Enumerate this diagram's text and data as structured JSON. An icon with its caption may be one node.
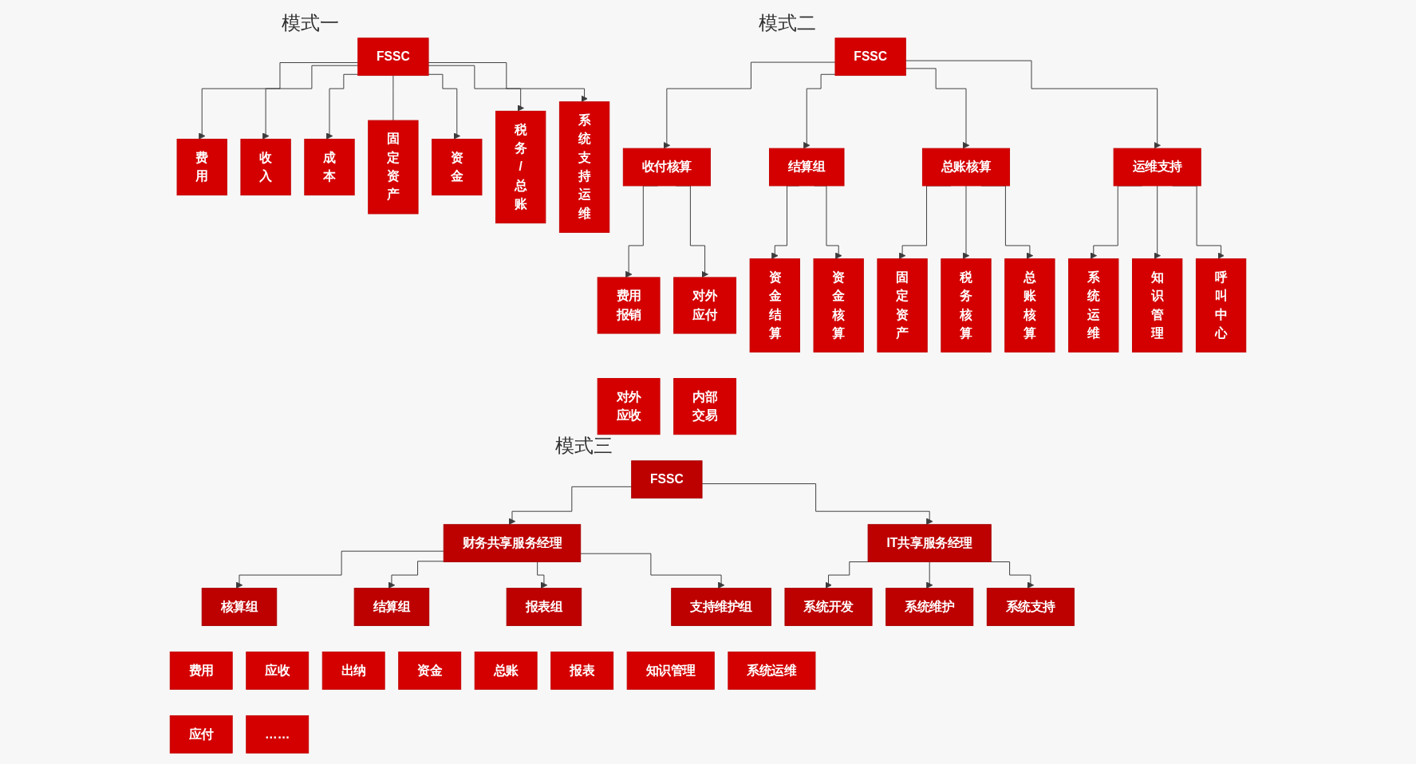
{
  "diagram": {
    "nodes": [
      {
        "text": [
          "FSSC"
        ]
      },
      {
        "text": [
          "费用"
        ]
      },
      {
        "text": [
          "收入"
        ]
      },
      {
        "text": [
          "成本"
        ]
      },
      {
        "text": [
          "固定资产"
        ]
      },
      {
        "text": [
          "资金"
        ]
      },
      {
        "text": [
          "税务/总账"
        ]
      },
      {
        "text": [
          "系统支持运维"
        ]
      },
      {
        "text": [
          "FSSC"
        ]
      },
      {
        "text": [
          "收付核算"
        ]
      },
      {
        "text": [
          "结算组"
        ]
      },
      {
        "text": [
          "总账核算"
        ]
      },
      {
        "text": [
          "运维支持"
        ]
      },
      {
        "text": [
          "费用报销"
        ]
      },
      {
        "text": [
          "对外应付"
        ]
      },
      {
        "text": [
          "对外应收"
        ]
      },
      {
        "text": [
          "内部交易"
        ]
      },
      {
        "text": [
          "资金结算"
        ]
      },
      {
        "text": [
          "资金核算"
        ]
      },
      {
        "text": [
          "固定资产"
        ]
      },
      {
        "text": [
          "税务核算"
        ]
      },
      {
        "text": [
          "总账核算"
        ]
      },
      {
        "text": [
          "系统运维"
        ]
      },
      {
        "text": [
          "知识管理"
        ]
      },
      {
        "text": [
          "呼叫中心"
        ]
      },
      {
        "text": [
          "FSSC"
        ]
      },
      {
        "text": [
          "财务共享服务经理"
        ]
      },
      {
        "text": [
          "IT共享服务经理"
        ]
      },
      {
        "text": [
          "核算组"
        ]
      },
      {
        "text": [
          "结算组"
        ]
      },
      {
        "text": [
          "报表组"
        ]
      },
      {
        "text": [
          "支持维护组"
        ]
      },
      {
        "text": [
          "系统开发"
        ]
      },
      {
        "text": [
          "系统维护"
        ]
      },
      {
        "text": [
          "系统支持"
        ]
      },
      {
        "text": [
          "费用"
        ]
      },
      {
        "text": [
          "应收"
        ]
      },
      {
        "text": [
          "出纳"
        ]
      },
      {
        "text": [
          "资金"
        ]
      },
      {
        "text": [
          "总账"
        ]
      },
      {
        "text": [
          "报表"
        ]
      },
      {
        "text": [
          "知识管理"
        ]
      },
      {
        "text": [
          "系统运维"
        ]
      },
      {
        "text": [
          "应付"
        ]
      },
      {
        "text": [
          "……"
        ]
      }
    ],
    "edges": [
      {
        "from": 0,
        "to": 1,
        "arrow": "to"
      },
      {
        "from": 0,
        "to": 2,
        "arrow": "to"
      },
      {
        "from": 0,
        "to": 3,
        "arrow": "to"
      },
      {
        "from": 0,
        "to": 4,
        "arrow": "none"
      },
      {
        "from": 0,
        "to": 5,
        "arrow": "to"
      },
      {
        "from": 0,
        "to": 6,
        "arrow": "to"
      },
      {
        "from": 0,
        "to": 7,
        "arrow": "to"
      },
      {
        "from": 8,
        "to": 9,
        "arrow": "to"
      },
      {
        "from": 8,
        "to": 10,
        "arrow": "to"
      },
      {
        "from": 8,
        "to": 11,
        "arrow": "to"
      },
      {
        "from": 8,
        "to": 12,
        "arrow": "to"
      },
      {
        "from": 9,
        "to": 13,
        "arrow": "to"
      },
      {
        "from": 9,
        "to": 14,
        "arrow": "to"
      },
      {
        "from": 10,
        "to": 17,
        "arrow": "to"
      },
      {
        "from": 10,
        "to": 18,
        "arrow": "to"
      },
      {
        "from": 11,
        "to": 19,
        "arrow": "to"
      },
      {
        "from": 11,
        "to": 20,
        "arrow": "to"
      },
      {
        "from": 11,
        "to": 21,
        "arrow": "to"
      },
      {
        "from": 12,
        "to": 22,
        "arrow": "to"
      },
      {
        "from": 12,
        "to": 23,
        "arrow": "to"
      },
      {
        "from": 12,
        "to": 24,
        "arrow": "to"
      },
      {
        "from": 25,
        "to": 26,
        "arrow": "to"
      },
      {
        "from": 25,
        "to": 27,
        "arrow": "to"
      },
      {
        "from": 26,
        "to": 28,
        "arrow": "to"
      },
      {
        "from": 26,
        "to": 29,
        "arrow": "to"
      },
      {
        "from": 26,
        "to": 30,
        "arrow": "to"
      },
      {
        "from": 26,
        "to": 31,
        "arrow": "to"
      },
      {
        "from": 27,
        "to": 32,
        "arrow": "to"
      },
      {
        "from": 27,
        "to": 33,
        "arrow": "to"
      },
      {
        "from": 27,
        "to": 34,
        "arrow": "to"
      }
    ],
    "labels": [
      "模式一",
      "模式二",
      "模式三"
    ]
  }
}
